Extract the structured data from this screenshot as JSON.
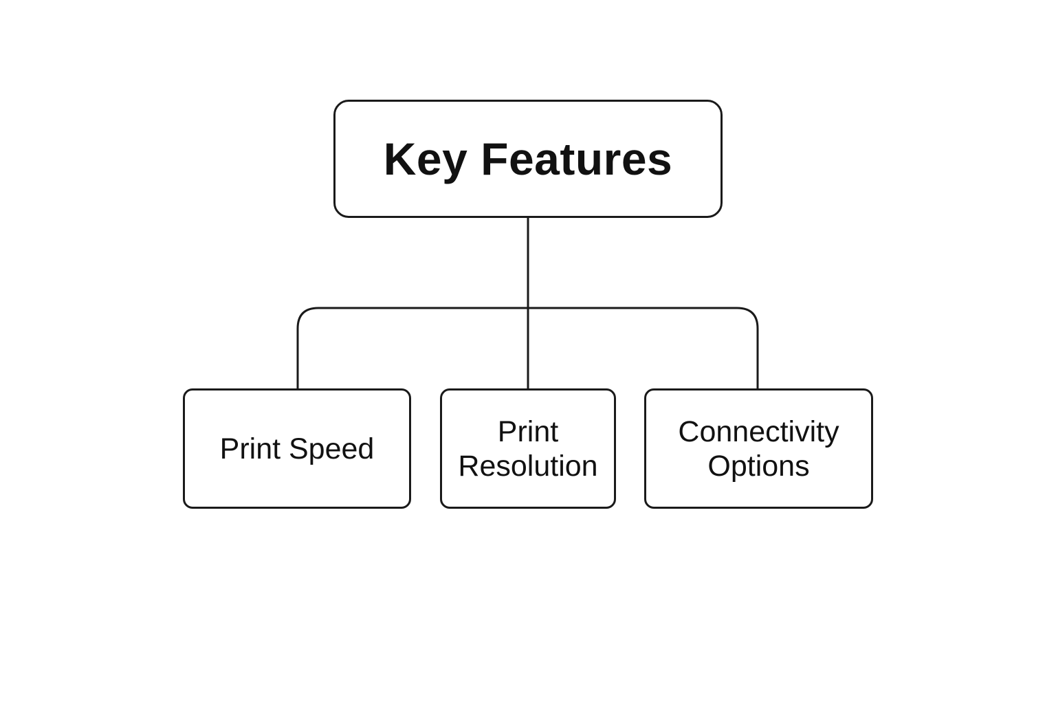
{
  "diagram": {
    "root": {
      "label": "Key Features"
    },
    "children": [
      {
        "label": "Print Speed"
      },
      {
        "label": "Print\nResolution"
      },
      {
        "label": "Connectivity\nOptions"
      }
    ],
    "stroke_color": "#1a1a1a",
    "background_color": "#ffffff"
  }
}
